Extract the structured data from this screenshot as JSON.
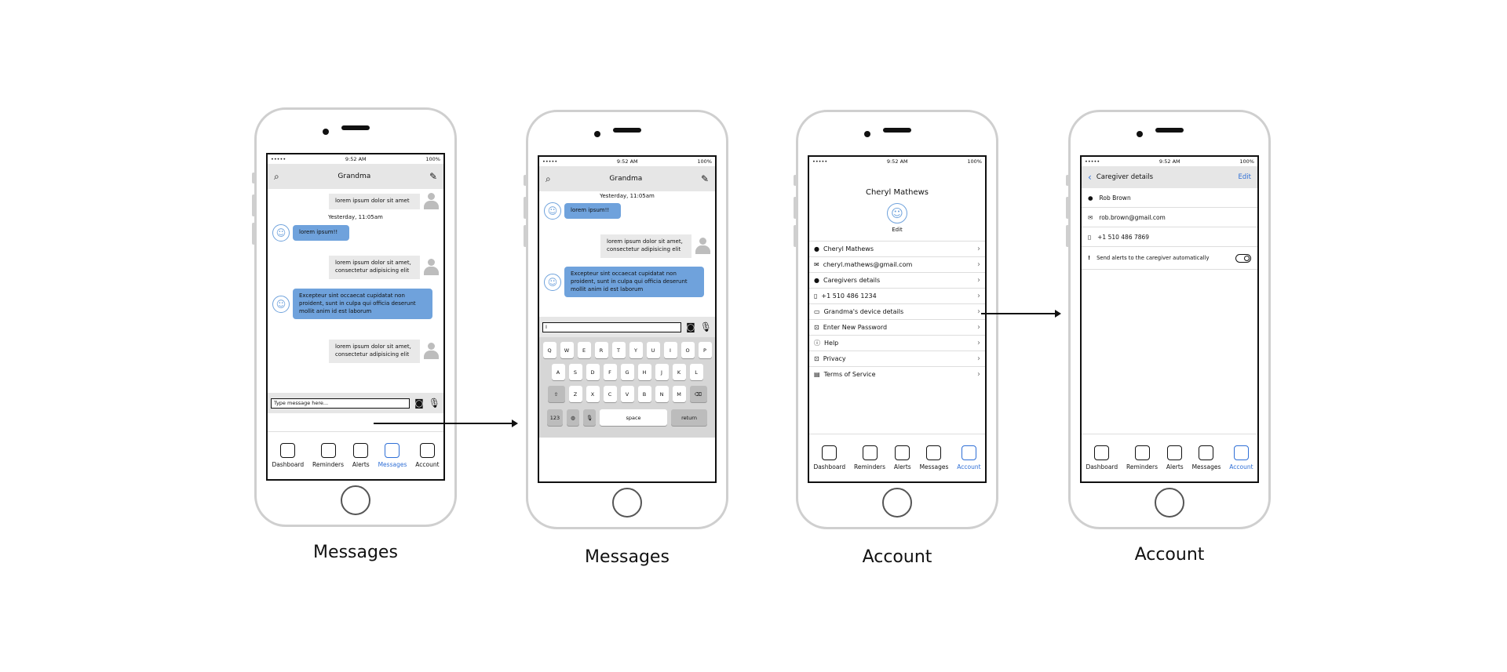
{
  "status": {
    "signal": "•••••",
    "time": "9:52 AM",
    "battery": "100%"
  },
  "tabs": [
    "Dashboard",
    "Reminders",
    "Alerts",
    "Messages",
    "Account"
  ],
  "phone1": {
    "caption": "Messages",
    "title": "Grandma",
    "messages": [
      {
        "from": "me",
        "text": "lorem ipsum dolor sit amet"
      },
      {
        "timestamp": "Yesterday, 11:05am"
      },
      {
        "from": "grandma",
        "text": "lorem ipsum!!"
      },
      {
        "from": "me",
        "text": "lorem ipsum dolor sit amet, consectetur adipisicing elit"
      },
      {
        "from": "grandma",
        "text": "Excepteur sint occaecat cupidatat non proident, sunt in culpa qui officia deserunt mollit anim id est laborum"
      },
      {
        "from": "me",
        "text": "lorem ipsum dolor sit amet, consectetur adipisicing elit"
      }
    ],
    "input_placeholder": "Type message here..."
  },
  "phone2": {
    "caption": "Messages",
    "title": "Grandma",
    "timestamp": "Yesterday, 11:05am",
    "msg1": "lorem ipsum!!",
    "msg2": "lorem ipsum dolor sit amet, consectetur adipisicing elit",
    "msg3": "Excepteur sint occaecat cupidatat non proident, sunt in culpa qui officia deserunt mollit anim id est laborum",
    "input_value": "I",
    "keyboard": {
      "row1": [
        "Q",
        "W",
        "E",
        "R",
        "T",
        "Y",
        "U",
        "I",
        "O",
        "P"
      ],
      "row2": [
        "A",
        "S",
        "D",
        "F",
        "G",
        "H",
        "J",
        "K",
        "L"
      ],
      "row3": [
        "Z",
        "X",
        "C",
        "V",
        "B",
        "N",
        "M"
      ],
      "num": "123",
      "space": "space",
      "return": "return"
    }
  },
  "phone3": {
    "caption": "Account",
    "name": "Cheryl Mathews",
    "edit": "Edit",
    "rows": [
      {
        "icon": "person-icon",
        "glyph": "●",
        "label": "Cheryl Mathews"
      },
      {
        "icon": "mail-icon",
        "glyph": "✉",
        "label": "cheryl.mathews@gmail.com"
      },
      {
        "icon": "group-icon",
        "glyph": "●",
        "label": "Caregivers details"
      },
      {
        "icon": "phone-icon",
        "glyph": "▯",
        "label": "+1 510 486 1234"
      },
      {
        "icon": "device-icon",
        "glyph": "▭",
        "label": "Grandma's device details"
      },
      {
        "icon": "lock-icon",
        "glyph": "⊡",
        "label": "Enter New Password"
      },
      {
        "icon": "info-icon",
        "glyph": "ⓘ",
        "label": "Help"
      },
      {
        "icon": "lock-icon",
        "glyph": "⊡",
        "label": "Privacy"
      },
      {
        "icon": "document-icon",
        "glyph": "▤",
        "label": "Terms of Service"
      }
    ]
  },
  "phone4": {
    "caption": "Account",
    "title": "Caregiver details",
    "edit": "Edit",
    "name": "Rob Brown",
    "email": "rob.brown@gmail.com",
    "phone": "+1 510 486 7869",
    "alerts_label": "Send alerts to the caregiver automatically"
  }
}
